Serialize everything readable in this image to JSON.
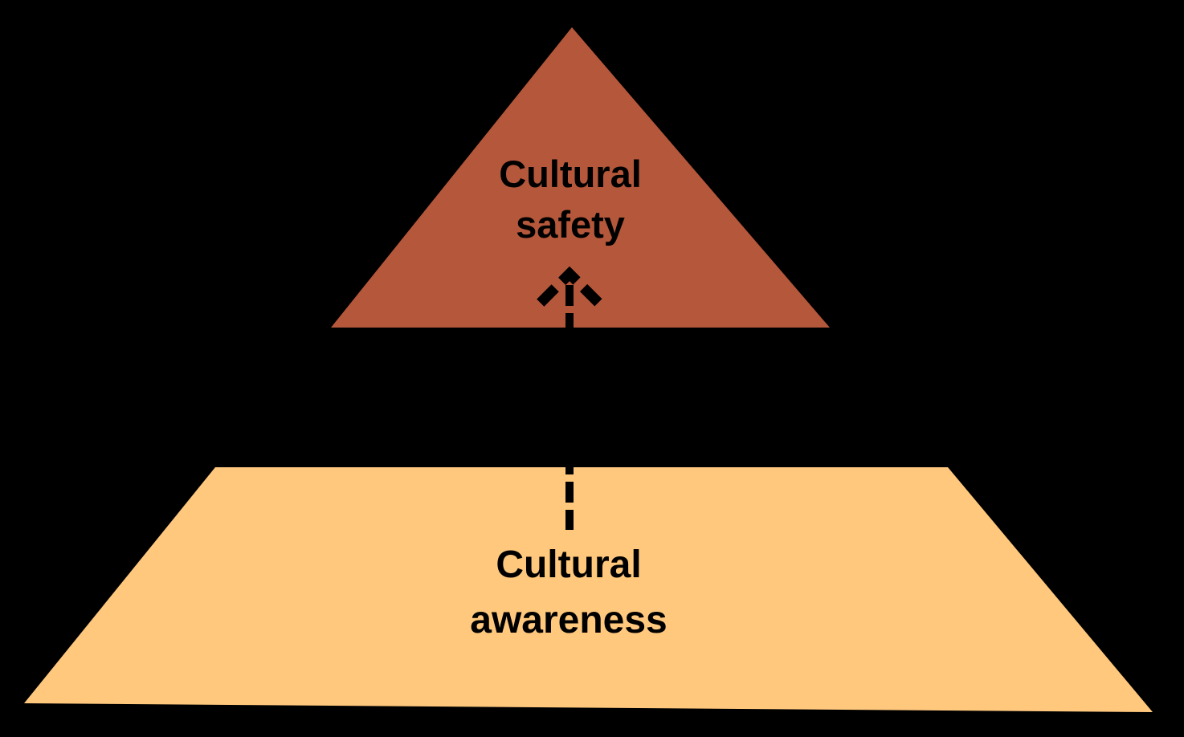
{
  "page": {
    "background": "#000000"
  },
  "diagram": {
    "type": "pyramid-levels",
    "levels": [
      {
        "id": "cultural-safety",
        "shape": "triangle",
        "fill": "#B5573A",
        "label": "Cultural safety",
        "label_line1": "Cultural",
        "label_line2": "safety",
        "text_color": "#000000"
      },
      {
        "id": "cultural-awareness",
        "shape": "trapezoid",
        "fill": "#FFC87D",
        "label": "Cultural awareness",
        "label_line1": "Cultural",
        "label_line2": "awareness",
        "text_color": "#000000"
      }
    ],
    "connector": {
      "type": "dashed-arrow",
      "direction": "up",
      "color": "#000000",
      "from": "cultural-awareness",
      "to": "cultural-safety"
    }
  }
}
